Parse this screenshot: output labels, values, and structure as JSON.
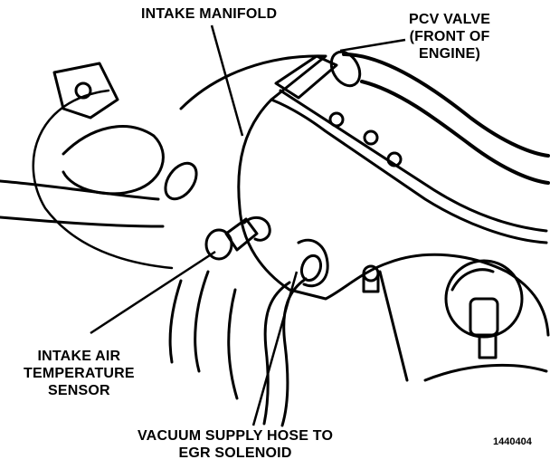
{
  "labels": {
    "intake_manifold": "INTAKE MANIFOLD",
    "pcv_valve": [
      "PCV VALVE",
      "(FRONT OF",
      "ENGINE)"
    ],
    "intake_air_temp_sensor": [
      "INTAKE AIR",
      "TEMPERATURE",
      "SENSOR"
    ],
    "vacuum_hose": [
      "VACUUM SUPPLY HOSE TO",
      "EGR SOLENOID"
    ]
  },
  "figure_number": "1440404",
  "colors": {
    "ink": "#000000",
    "paper": "#ffffff"
  }
}
